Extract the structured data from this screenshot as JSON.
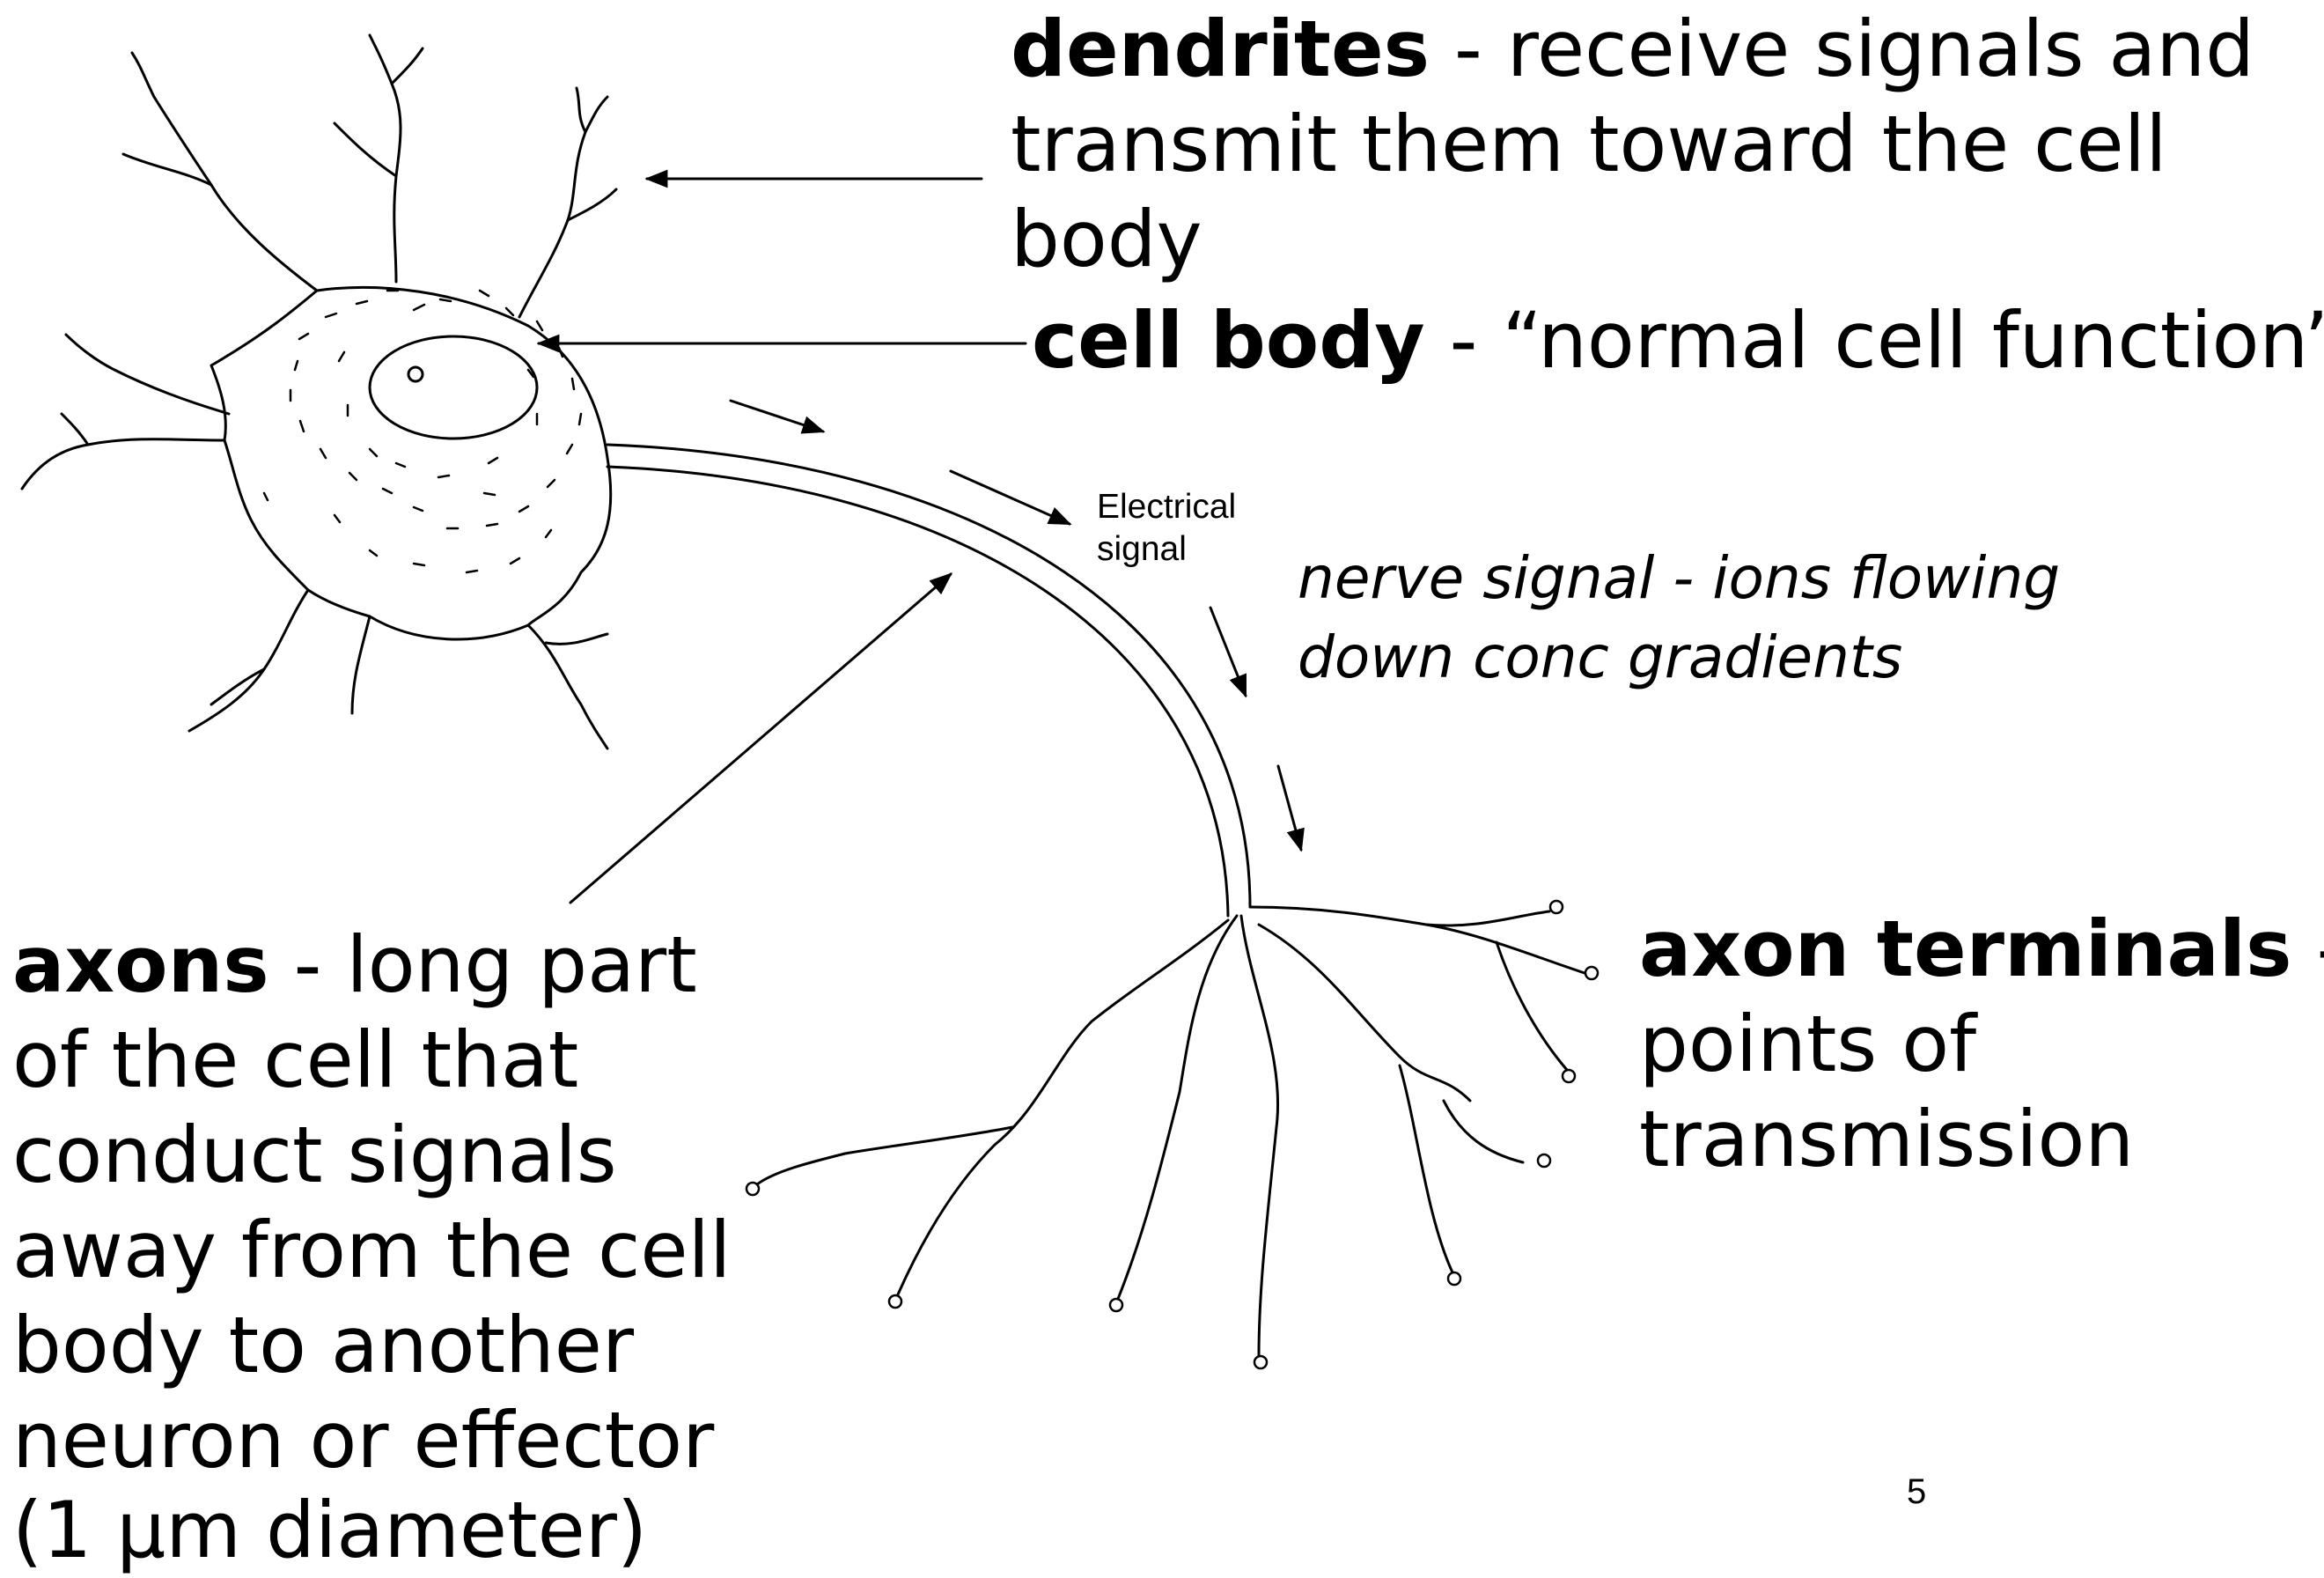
{
  "labels": {
    "dendrites": {
      "term": "dendrites",
      "line1_rest": " - receive signals and",
      "line2": "transmit them toward the cell",
      "line3": "body"
    },
    "cell_body": {
      "term": "cell body",
      "rest": " - “normal cell function”"
    },
    "electrical_signal": {
      "line1": "Electrical",
      "line2": "signal"
    },
    "nerve_signal": {
      "line1": "nerve signal - ions flowing",
      "line2": "down conc gradients"
    },
    "axons": {
      "term": "axons",
      "line1_rest": " - long part",
      "line2": "of the cell that",
      "line3": "conduct signals",
      "line4": "away from the cell",
      "line5": "body to another",
      "line6": "neuron or effector",
      "line7": "(1 µm  diameter)"
    },
    "axon_terminals": {
      "term": "axon terminals",
      "line1_rest": " -",
      "line2": "points of",
      "line3": "transmission"
    }
  },
  "page_number": "5",
  "colors": {
    "ink": "#000000",
    "background": "#ffffff"
  }
}
